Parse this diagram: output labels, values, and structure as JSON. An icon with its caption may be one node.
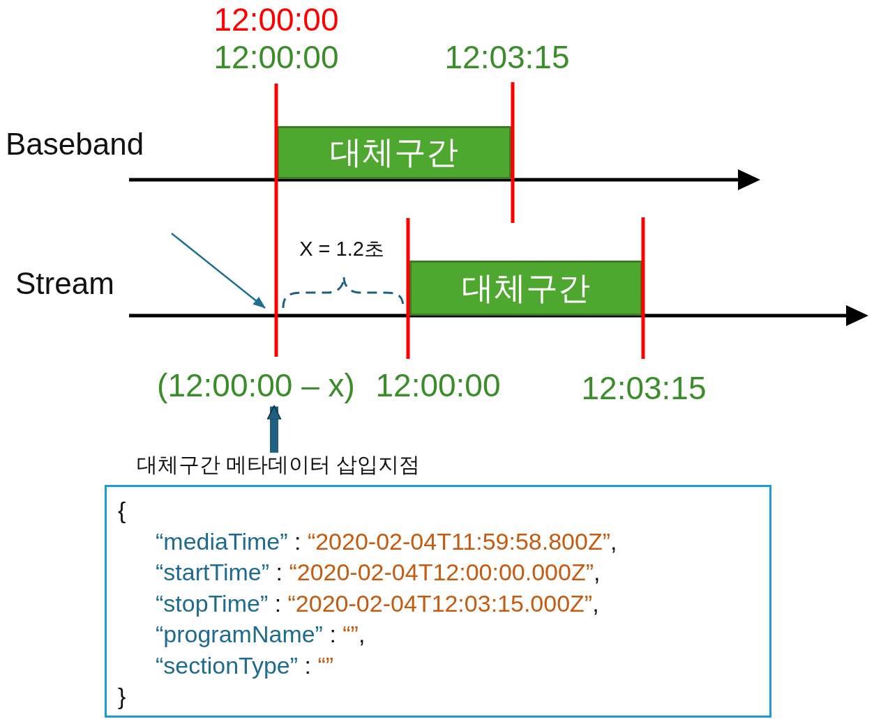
{
  "diagram": {
    "nodes": [
      {
        "text": [
          "대체구간"
        ]
      },
      {
        "text": [
          "대체구간"
        ]
      },
      {
        "text": [
          "(12:00:00 – x)"
        ]
      },
      {
        "text": [
          "대체구간 메타데이터 삽입지점"
        ]
      },
      {
        "text": [
          "{",
          "“mediaTime” : “2020-02-04T11:59:58.800Z”,",
          "“startTime” : “2020-02-04T12:00:00.000Z”,",
          "“stopTime” : “2020-02-04T12:03:15.000Z”,",
          "“programName” : “”,",
          "“sectionType” : “”",
          "}"
        ]
      }
    ],
    "edges": [
      {
        "from": 3,
        "to": 2,
        "arrow": "to"
      }
    ],
    "labels": [
      "12:00:00",
      "12:00:00",
      "12:03:15",
      "Baseband",
      "X = 1.2초",
      "Stream",
      "12:00:00",
      "12:03:15"
    ]
  }
}
